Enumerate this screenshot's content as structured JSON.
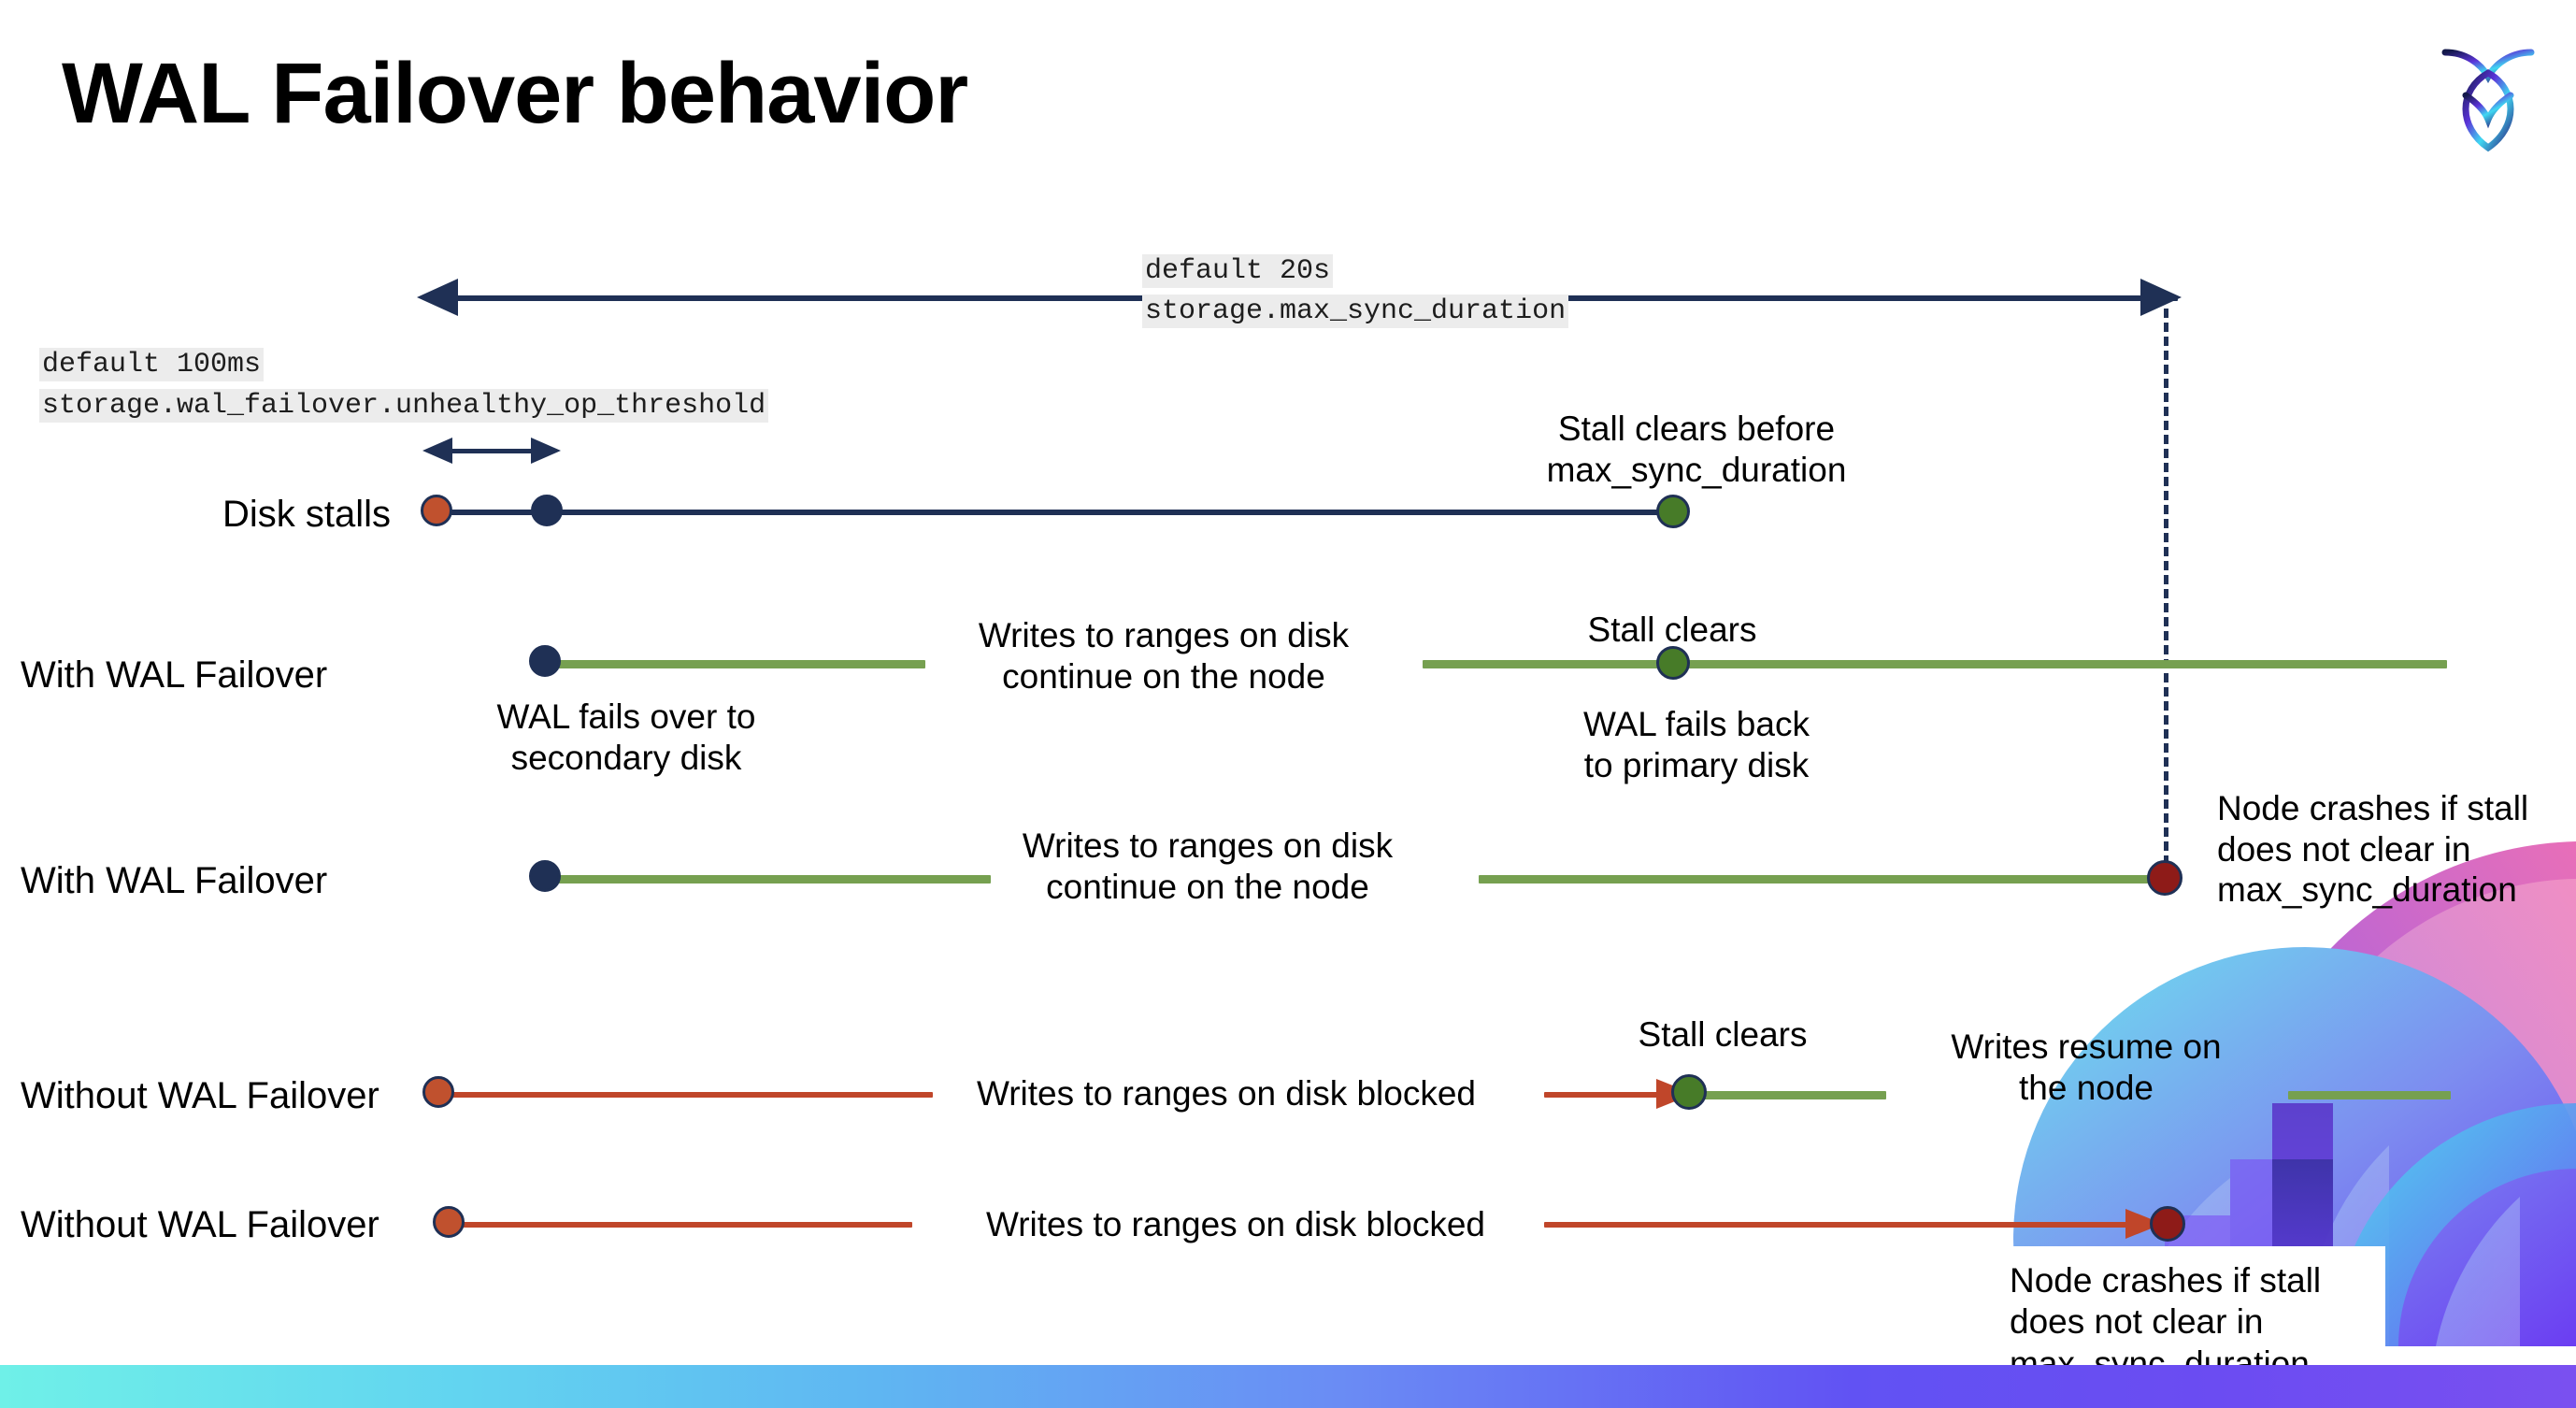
{
  "slide": {
    "title": "WAL Failover behavior",
    "logo_name": "cockroachdb-logo"
  },
  "annotations": {
    "max_sync": {
      "default_line": "default 20s",
      "setting_line": "storage.max_sync_duration"
    },
    "unhealthy": {
      "default_line": "default 100ms",
      "setting_line": "storage.wal_failover.unhealthy_op_threshold"
    }
  },
  "rows": [
    {
      "id": "disk-stalls",
      "label": "Disk stalls",
      "notes": [
        "Stall clears before\nmax_sync_duration"
      ]
    },
    {
      "id": "with-wal-failover-1",
      "label": "With WAL Failover",
      "notes": [
        "WAL fails over to\nsecondary disk",
        "Writes to ranges on disk\ncontinue on the node",
        "Stall clears",
        "WAL fails  back\nto primary disk"
      ]
    },
    {
      "id": "with-wal-failover-2",
      "label": "With WAL Failover",
      "notes": [
        "Writes to ranges on disk\ncontinue on the node",
        "Node crashes if stall\ndoes not clear in\nmax_sync_duration"
      ]
    },
    {
      "id": "without-wal-failover-1",
      "label": "Without WAL Failover",
      "notes": [
        "Writes to ranges on disk  blocked",
        "Stall clears",
        "Writes resume on\nthe node"
      ]
    },
    {
      "id": "without-wal-failover-2",
      "label": "Without WAL Failover",
      "notes": [
        "Writes to ranges on disk  blocked",
        "Node crashes if stall\ndoes not clear in\nmax_sync_duration"
      ]
    }
  ],
  "colors": {
    "navy": "#1f3055",
    "green_line": "#76a050",
    "green_dot": "#477b28",
    "red_dot": "#8e1b18",
    "orange_dot": "#c0512e",
    "red_line": "#c0462a",
    "chip_bg": "#ececec",
    "bar_start": "#6ff0e8",
    "bar_end": "#7a50f0"
  }
}
